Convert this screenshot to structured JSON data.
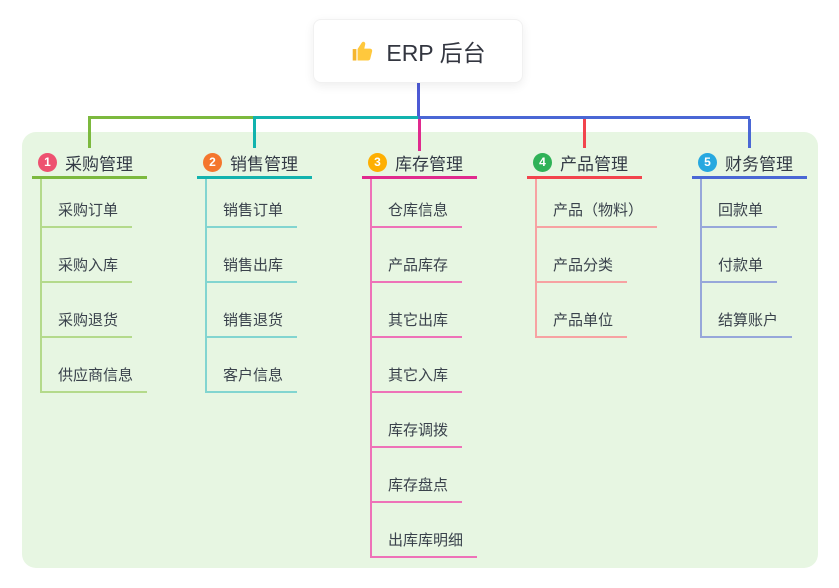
{
  "root": {
    "title": "ERP 后台",
    "icon": "thumbs-up-icon"
  },
  "panel": {
    "background": "#e7f6e2"
  },
  "connector": {
    "stub_color": "#4d5ad5"
  },
  "branches": [
    {
      "num": "1",
      "title": "采购管理",
      "badge_color": "#ee5170",
      "main_color": "#7cb93e",
      "light_color": "#b4da8b",
      "children": [
        "采购订单",
        "采购入库",
        "采购退货",
        "供应商信息"
      ]
    },
    {
      "num": "2",
      "title": "销售管理",
      "badge_color": "#f4762d",
      "main_color": "#12b3ae",
      "light_color": "#82d5d0",
      "children": [
        "销售订单",
        "销售出库",
        "销售退货",
        "客户信息"
      ]
    },
    {
      "num": "3",
      "title": "库存管理",
      "badge_color": "#feaf02",
      "main_color": "#e02a8e",
      "light_color": "#ee72b8",
      "children": [
        "仓库信息",
        "产品库存",
        "其它出库",
        "其它入库",
        "库存调拨",
        "库存盘点",
        "出库库明细"
      ]
    },
    {
      "num": "4",
      "title": "产品管理",
      "badge_color": "#2fb257",
      "main_color": "#f2444d",
      "light_color": "#f7a2a2",
      "children": [
        "产品（物料）",
        "产品分类",
        "产品单位"
      ]
    },
    {
      "num": "5",
      "title": "财务管理",
      "badge_color": "#27a8e0",
      "main_color": "#4a67d5",
      "light_color": "#97a7da",
      "children": [
        "回款单",
        "付款单",
        "结算账户"
      ]
    }
  ]
}
